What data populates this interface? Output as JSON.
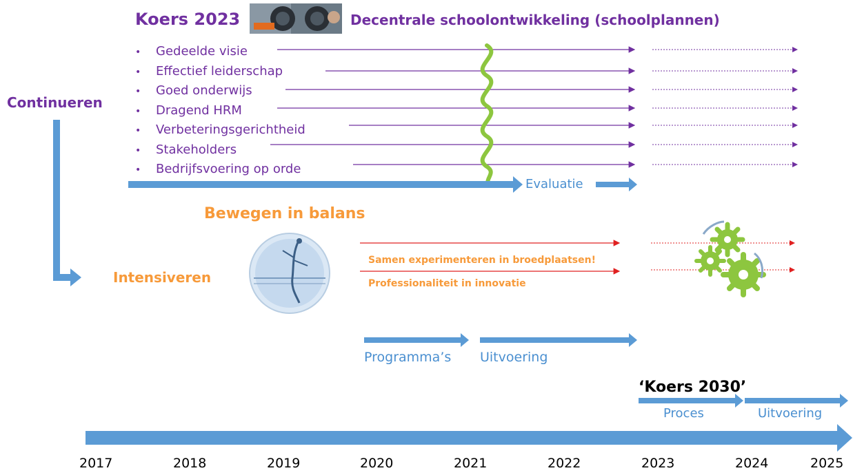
{
  "header": {
    "title": "Koers 2023",
    "subtitle": "Decentrale schoolontwikkeling (schoolplannen)"
  },
  "continue": {
    "label": "Continueren",
    "items": [
      "Gedeelde visie",
      "Effectief leiderschap",
      "Goed onderwijs",
      "Dragend HRM",
      "Verbeteringsgerichtheid",
      "Stakeholders",
      "Bedrijfsvoering op orde"
    ],
    "evaluation_label": "Evaluatie"
  },
  "intensify": {
    "heading": "Bewegen in balans",
    "label": "Intensiveren",
    "lines": [
      "Samen experimenteren in broedplaatsen!",
      "Professionaliteit in innovatie"
    ],
    "phases": [
      "Programma’s",
      "Uitvoering"
    ]
  },
  "koers2030": {
    "title": "‘Koers 2030’",
    "phases": [
      "Proces",
      "Uitvoering"
    ]
  },
  "timeline": {
    "years": [
      "2017",
      "2018",
      "2019",
      "2020",
      "2021",
      "2022",
      "2023",
      "2024",
      "2025"
    ]
  },
  "colors": {
    "purple": "#7030a0",
    "orange": "#f79a3a",
    "blue_arrow": "#5b9bd5",
    "green": "#8dc63f",
    "red": "#e02020"
  }
}
